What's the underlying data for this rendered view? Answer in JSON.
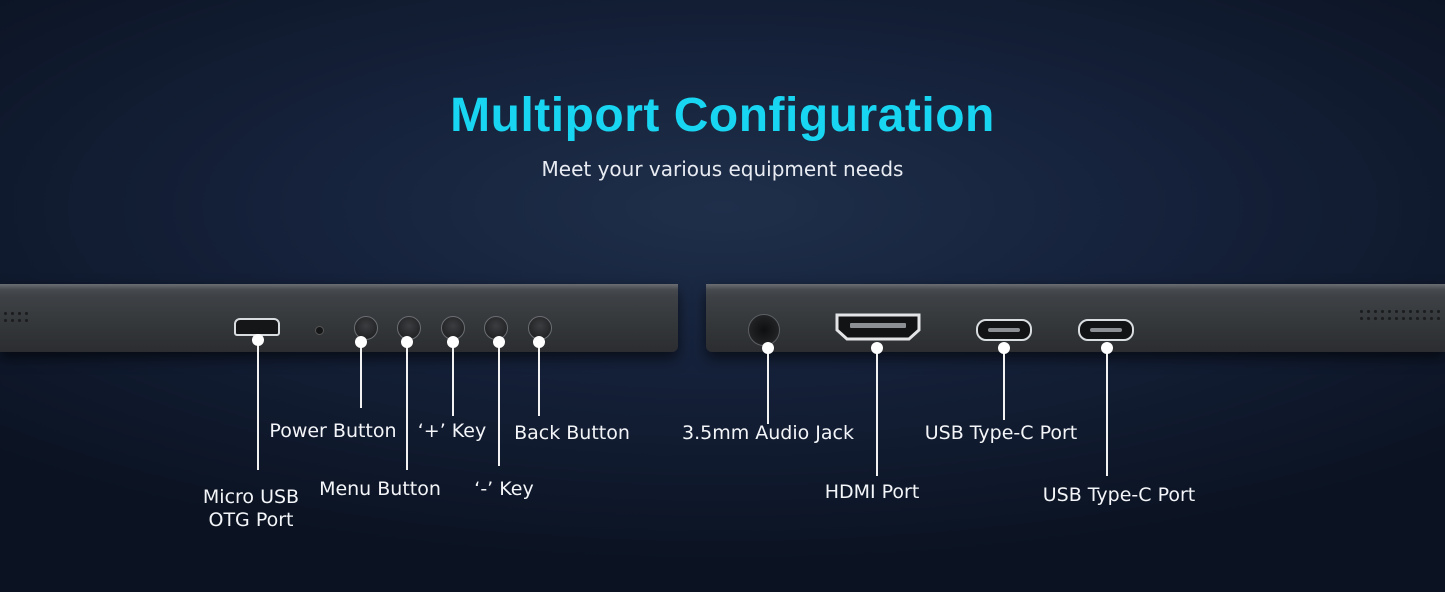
{
  "header": {
    "title": "Multiport Configuration",
    "subtitle": "Meet your various equipment needs"
  },
  "colors": {
    "title": "#18d6f2",
    "background": "#15213a",
    "panel": "#3a3d41",
    "callout": "#ffffff"
  },
  "callouts": {
    "micro_usb": "Micro USB\nOTG Port",
    "power_button": "Power Button",
    "menu_button": "Menu Button",
    "plus_key": "‘+’ Key",
    "minus_key": "‘-’ Key",
    "back_button": "Back Button",
    "audio_jack": "3.5mm Audio Jack",
    "hdmi_port": "HDMI Port",
    "usbc_port_1": "USB Type-C Port",
    "usbc_port_2": "USB Type-C Port"
  }
}
